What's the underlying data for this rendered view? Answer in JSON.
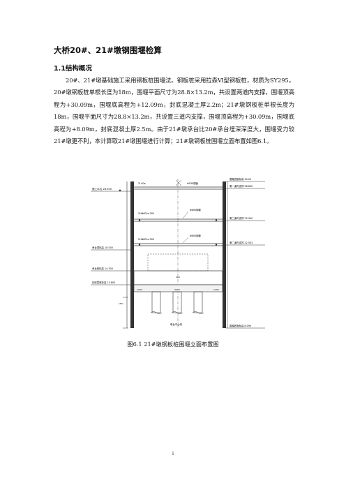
{
  "document": {
    "title": "大桥20#、21#墩钢围堰检算",
    "section_heading": "1.1结构概况",
    "paragraph": "20#、21#墩基础施工采用钢板桩围堰法。钢板桩采用拉森Ⅵ型钢板桩，材质为SY295，20#墩钢板桩单根长度为18m，围堰平面尺寸为28.8×13.2m，共设置两道内支撑，围堰顶高程为+30.09m，围堰底高程为+12.09m，封底混凝土厚2.2m；21#墩钢板桩单根长度为18m，围堰平面尺寸为28.8×13.2m，共设置三道内支撑，围堰顶高程为+30.09m，围堰底高程为+8.09m，封底混凝土厚2.5m。由于21#墩承台比20#承台埋深深度大，围堰受力较21#墩更不利，本计算取21#墩围堰进行计算；21#墩钢板桩围堰立面布置如图6.1。",
    "figure_caption": "图6.1  21#墩钢板桩围堰立面布置图",
    "page_number": "1"
  },
  "figure": {
    "left_labels": {
      "construction_water_level": "施工水位 28.500",
      "cap_top_elevation": "承台顶标高 18.500",
      "cap_bottom_elevation": "承台底标高 14.300",
      "seal_bottom_elevation": "封底层底标高 13.800"
    },
    "right_labels": {
      "cofferdam_top": "围堰顶面标高 30.09",
      "support_1": "第一道内支撑 28.690",
      "support_2": "第二道内支撑 25.390",
      "support_3": "第二道内支撑 22.553",
      "cofferdam_bottom": "围堰底面标高 8.090"
    },
    "support_labels": {
      "waler_1": "2I 40a",
      "pipe_1": "Φ530钢管",
      "waler_2": "2HN600×300",
      "pipe_2": "Φ800钢管",
      "waler_3": "2HN600×300",
      "pipe_3": "Φ800钢管"
    },
    "dimension_labels": {
      "left_pile_gap": "1200",
      "center_span": "3000",
      "right_pile_gap": "1200",
      "pile_height": "18m",
      "pier_center_line": "墩台中心线",
      "cap_height": "400"
    }
  }
}
